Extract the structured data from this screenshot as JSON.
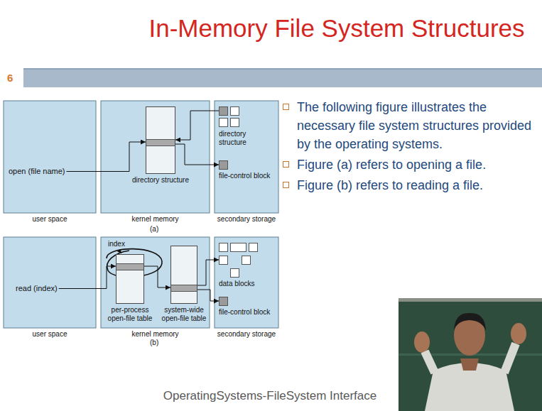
{
  "diagram": {
    "title": "In-Memory File System Structures",
    "caption": "OperatingSystems-FileSystem Interface",
    "nodes": [
      {
        "text": [
          "user space"
        ]
      },
      {
        "text": [
          "open (file name)"
        ],
        "in": 0
      },
      {
        "text": [
          "kernel memory"
        ]
      },
      {
        "text": [
          "directory structure"
        ],
        "in": 2
      },
      {
        "text": [
          "secondary storage"
        ]
      },
      {
        "text": [
          "directory structure"
        ],
        "in": 4
      },
      {
        "text": [
          "file-control block"
        ],
        "in": 4
      },
      {
        "text": [
          "user space"
        ]
      },
      {
        "text": [
          "read (index)"
        ],
        "in": 7
      },
      {
        "text": [
          "kernel memory"
        ]
      },
      {
        "text": [
          "per-process open-file table"
        ],
        "in": 9
      },
      {
        "text": [
          "system-wide open-file table"
        ],
        "in": 9
      },
      {
        "text": [
          "secondary storage"
        ]
      },
      {
        "text": [
          "data blocks"
        ],
        "in": 12
      },
      {
        "text": [
          "file-control block"
        ],
        "in": 12
      }
    ],
    "edges": [
      {
        "from": 1,
        "to": 3,
        "arrow": "to"
      },
      {
        "from": 5,
        "to": 3,
        "arrow": "to"
      },
      {
        "from": 3,
        "to": 6,
        "arrow": "to"
      },
      {
        "from": 8,
        "to": 10,
        "arrow": "to"
      },
      {
        "from": 10,
        "to": 11,
        "arrow": "to"
      },
      {
        "from": 11,
        "to": 13,
        "arrow": "to"
      },
      {
        "from": 11,
        "to": 14,
        "arrow": "to"
      }
    ],
    "labels": [
      "(a)",
      "index",
      "(b)",
      "6",
      "The following figure illustrates the necessary file system structures provided by the operating systems.",
      "Figure (a) refers to opening a file.",
      "Figure (b) refers to reading a file."
    ]
  }
}
